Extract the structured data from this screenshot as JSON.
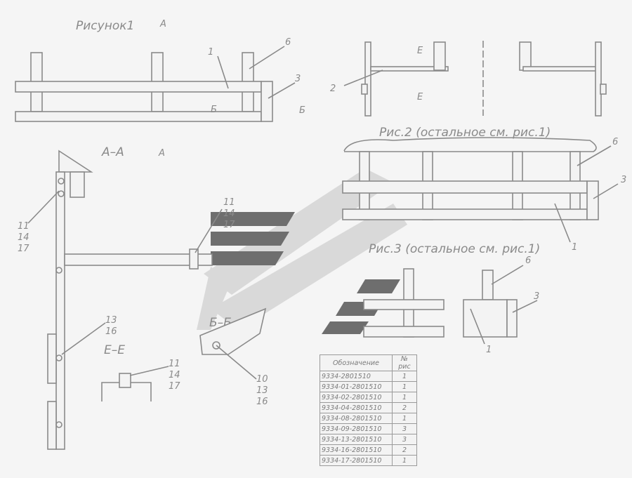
{
  "figure1": {
    "title": "Рисунок1",
    "section_a": "А",
    "section_b": "Б",
    "callouts": [
      "1",
      "6",
      "3"
    ]
  },
  "figure2": {
    "title": "Рис.2 (остальное см. рис.1)",
    "callouts": [
      "6",
      "3",
      "1"
    ]
  },
  "figure3": {
    "title": "Рис.3 (остальное см. рис.1)",
    "callouts": [
      "6",
      "3",
      "1"
    ]
  },
  "top_section": {
    "callout": "2",
    "section_e": "Е"
  },
  "section_aa": {
    "title": "А–А",
    "callouts_upper": [
      "11",
      "14",
      "17"
    ],
    "callouts_lower": [
      "13",
      "16"
    ],
    "callouts_arm": [
      "11",
      "14",
      "17"
    ]
  },
  "section_ee": {
    "title": "Е–Е",
    "callouts": [
      "11",
      "14",
      "17"
    ]
  },
  "section_bb": {
    "title": "Б–Б",
    "callouts": [
      "10",
      "13",
      "16"
    ]
  },
  "table": {
    "headers": [
      "Обозначение",
      "№ рис"
    ],
    "rows": [
      [
        "9334-2801510",
        "1"
      ],
      [
        "9334-01-2801510",
        "1"
      ],
      [
        "9334-02-2801510",
        "1"
      ],
      [
        "9334-04-2801510",
        "2"
      ],
      [
        "9334-08-2801510",
        "1"
      ],
      [
        "9334-09-2801510",
        "3"
      ],
      [
        "9334-13-2801510",
        "3"
      ],
      [
        "9334-16-2801510",
        "2"
      ],
      [
        "9334-17-2801510",
        "1"
      ]
    ]
  }
}
